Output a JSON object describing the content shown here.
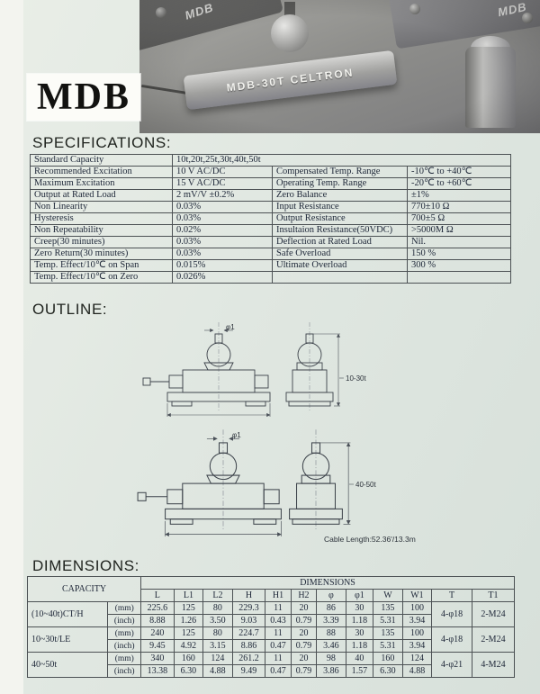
{
  "title": "MDB",
  "photo": {
    "watermark_left": "MDB",
    "watermark_right": "MDB",
    "product_label": "MDB-30T CELTRON"
  },
  "headings": {
    "specifications": "SPECIFICATIONS:",
    "outline": "OUTLINE:",
    "dimensions": "DIMENSIONS:"
  },
  "spec_table": {
    "capacity_label": "Standard Capacity",
    "capacity_value": "10t,20t,25t,30t,40t,50t",
    "rows": [
      {
        "l_label": "Recommended Excitation",
        "l_value": "10 V AC/DC",
        "r_label": "Compensated Temp. Range",
        "r_value": "-10℃  to +40℃"
      },
      {
        "l_label": "Maximum Excitation",
        "l_value": "15 V AC/DC",
        "r_label": "Operating Temp. Range",
        "r_value": "-20℃  to +60℃"
      },
      {
        "l_label": "Output at Rated Load",
        "l_value": "2 mV/V ±0.2%",
        "r_label": "Zero Balance",
        "r_value": "±1%"
      },
      {
        "l_label": "Non Linearity",
        "l_value": "0.03%",
        "r_label": "Input Resistance",
        "r_value": "770±10  Ω"
      },
      {
        "l_label": "Hysteresis",
        "l_value": "0.03%",
        "r_label": "Output Resistance",
        "r_value": "700±5  Ω"
      },
      {
        "l_label": "Non Repeatability",
        "l_value": "0.02%",
        "r_label": "Insultaion Resistance(50VDC)",
        "r_value": ">5000M  Ω"
      },
      {
        "l_label": "Creep(30 minutes)",
        "l_value": "0.03%",
        "r_label": "Deflection at Rated Load",
        "r_value": "Nil."
      },
      {
        "l_label": "Zero Return(30 minutes)",
        "l_value": "0.03%",
        "r_label": "Safe Overload",
        "r_value": "150 %"
      },
      {
        "l_label": "Temp. Effect/10℃ on Span",
        "l_value": "0.015%",
        "r_label": "Ultimate Overload",
        "r_value": "300  %"
      },
      {
        "l_label": "Temp. Effect/10℃ on Zero",
        "l_value": "0.026%",
        "r_label": "",
        "r_value": ""
      }
    ]
  },
  "outline": {
    "phi_label_top": "φ1",
    "phi_label_bottom": "φ1",
    "variant_top": "10-30t",
    "variant_bottom": "40-50t",
    "cable_note": "Cable Length:52.36'/13.3m"
  },
  "dim_table": {
    "capacity_header": "CAPACITY",
    "group_header": "DIMENSIONS",
    "columns": [
      "L",
      "L1",
      "L2",
      "H",
      "H1",
      "H2",
      "φ",
      "φ1",
      "W",
      "W1",
      "T",
      "T1"
    ],
    "unit_mm": "(mm)",
    "unit_inch": "(inch)",
    "rows": [
      {
        "capacity": "(10~40t)CT/H",
        "mm": [
          "225.6",
          "125",
          "80",
          "229.3",
          "11",
          "20",
          "86",
          "30",
          "135",
          "100"
        ],
        "inch": [
          "8.88",
          "1.26",
          "3.50",
          "9.03",
          "0.43",
          "0.79",
          "3.39",
          "1.18",
          "5.31",
          "3.94"
        ],
        "t": "4-φ18",
        "t1": "2-M24"
      },
      {
        "capacity": "10~30t/LE",
        "mm": [
          "240",
          "125",
          "80",
          "224.7",
          "11",
          "20",
          "88",
          "30",
          "135",
          "100"
        ],
        "inch": [
          "9.45",
          "4.92",
          "3.15",
          "8.86",
          "0.47",
          "0.79",
          "3.46",
          "1.18",
          "5.31",
          "3.94"
        ],
        "t": "4-φ18",
        "t1": "2-M24"
      },
      {
        "capacity": "40~50t",
        "mm": [
          "340",
          "160",
          "124",
          "261.2",
          "11",
          "20",
          "98",
          "40",
          "160",
          "124"
        ],
        "inch": [
          "13.38",
          "6.30",
          "4.88",
          "9.49",
          "0.47",
          "0.79",
          "3.86",
          "1.57",
          "6.30",
          "4.88"
        ],
        "t": "4-φ21",
        "t1": "4-M24"
      }
    ]
  }
}
